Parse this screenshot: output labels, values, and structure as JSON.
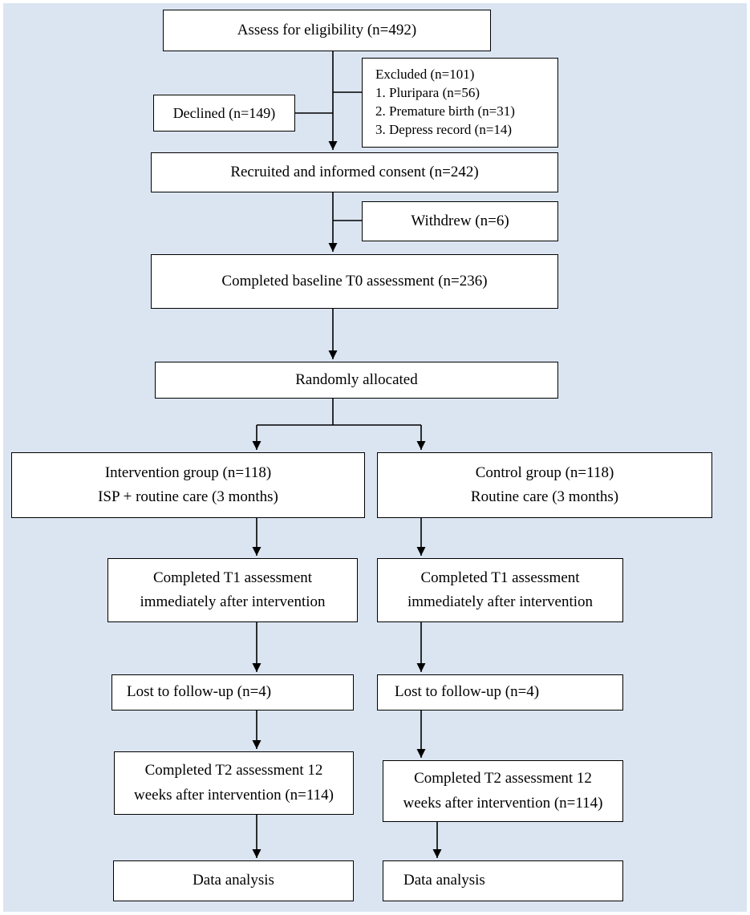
{
  "flow": {
    "eligibility": "Assess for eligibility (n=492)",
    "declined": "Declined (n=149)",
    "excluded": {
      "title": "Excluded (n=101)",
      "items": [
        "1. Pluripara (n=56)",
        "2. Premature birth (n=31)",
        "3. Depress record (n=14)"
      ]
    },
    "recruited": "Recruited and informed consent (n=242)",
    "withdrew": "Withdrew (n=6)",
    "baseline": "Completed baseline T0 assessment (n=236)",
    "randomized": "Randomly allocated",
    "intervention": {
      "group": [
        "Intervention group (n=118)",
        "ISP + routine care (3 months)"
      ],
      "t1": [
        "Completed T1 assessment",
        "immediately after intervention"
      ],
      "lost": "Lost to follow-up (n=4)",
      "t2": [
        "Completed T2 assessment 12",
        "weeks after intervention (n=114)"
      ],
      "analysis": "Data analysis"
    },
    "control": {
      "group": [
        "Control group (n=118)",
        "Routine care (3 months)"
      ],
      "t1": [
        "Completed T1 assessment",
        "immediately after intervention"
      ],
      "lost": "Lost to follow-up (n=4)",
      "t2": [
        "Completed T2 assessment 12",
        "weeks after intervention (n=114)"
      ],
      "analysis": "Data analysis"
    }
  }
}
